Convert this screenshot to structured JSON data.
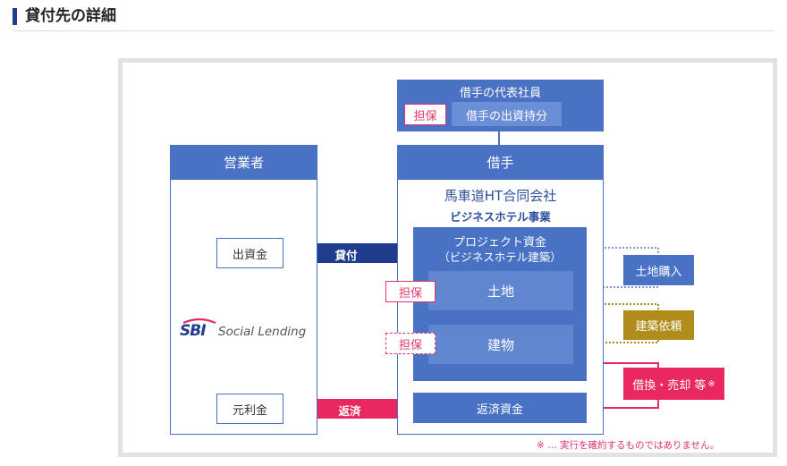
{
  "header": {
    "title": "貸付先の詳細"
  },
  "diagram": {
    "representative": {
      "title": "借手の代表社員",
      "collateral_tag": "担保",
      "equity_label": "借手の出資持分"
    },
    "operator": {
      "header": "営業者",
      "investment_label": "出資金",
      "repayment_label": "元利金",
      "logo_sbi": "SBI",
      "logo_text": "Social Lending"
    },
    "borrower": {
      "header": "借手",
      "company": "馬車道HT合同会社",
      "business": "ビジネスホテル事業",
      "project_line1": "プロジェクト資金",
      "project_line2": "（ビジネスホテル建築）",
      "land_label": "土地",
      "building_label": "建物",
      "land_collateral": "担保",
      "building_collateral": "担保",
      "repayment_funds": "返済資金"
    },
    "arrows": {
      "loan_label": "貸付",
      "repay_label": "返済"
    },
    "side": {
      "land_purchase": "土地購入",
      "construction": "建築依頼",
      "refinance": "借換・売却 等",
      "refinance_mark": "※"
    },
    "note": "※ … 実行を確約するものではありません。"
  },
  "colors": {
    "primary_blue": "#4a72c4",
    "inner_blue": "#5f86cf",
    "navy_arrow": "#1f3d8c",
    "pink": "#e8285f",
    "gold": "#b08c1c"
  }
}
